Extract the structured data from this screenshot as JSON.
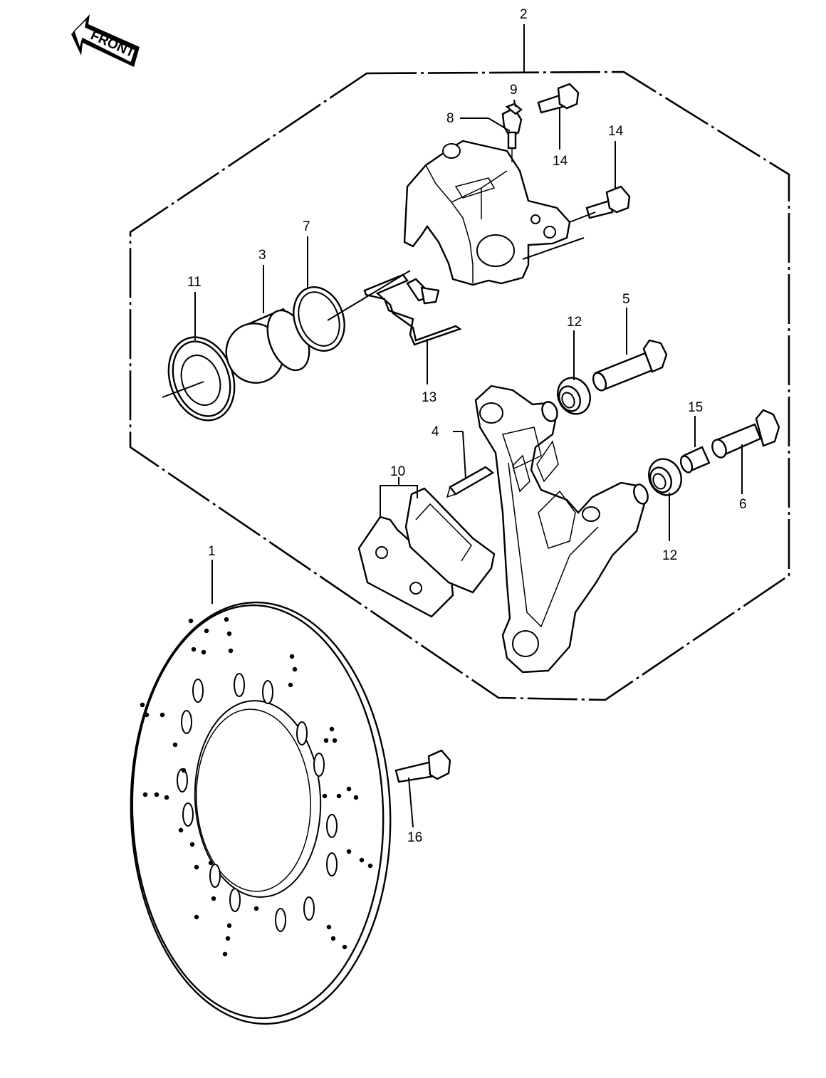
{
  "front_badge": {
    "text": "FRONT",
    "icon": "front-arrow-icon"
  },
  "callouts": {
    "c1": "1",
    "c2": "2",
    "c3": "3",
    "c4": "4",
    "c5": "5",
    "c6": "6",
    "c7": "7",
    "c8": "8",
    "c9": "9",
    "c10": "10",
    "c11": "11",
    "c12a": "12",
    "c12b": "12",
    "c13": "13",
    "c14a": "14",
    "c14b": "14",
    "c15": "15",
    "c16": "16"
  }
}
